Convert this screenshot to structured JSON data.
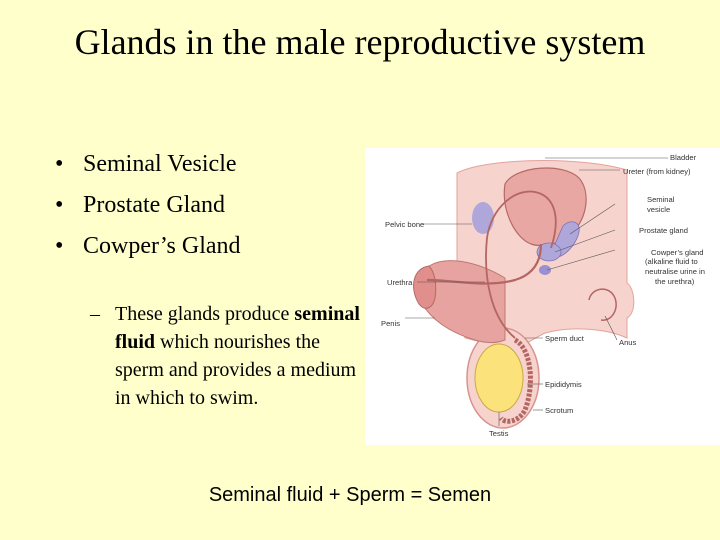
{
  "title": "Glands in the male reproductive system",
  "bullets": [
    {
      "marker": "•",
      "text": "Seminal Vesicle"
    },
    {
      "marker": "•",
      "text": "Prostate Gland"
    },
    {
      "marker": "•",
      "text": "Cowper’s Gland"
    }
  ],
  "sub_point": {
    "marker": "–",
    "text_before": "These glands produce",
    "bold": "seminal fluid",
    "text_after": "which nourishes the sperm and provides a medium in which to swim."
  },
  "footer": "Seminal fluid + Sperm = Semen",
  "diagram": {
    "labels": {
      "bladder": "Bladder",
      "ureter": "Ureter (from kidney)",
      "seminal_vesicle_1": "Seminal",
      "seminal_vesicle_2": "vesicle",
      "pelvic_bone": "Pelvic bone",
      "prostate": "Prostate gland",
      "cowpers_1": "Cowper’s gland",
      "cowpers_2": "(alkaline fluid to",
      "cowpers_3": "neutralise urine in",
      "cowpers_4": "the urethra)",
      "urethra": "Urethra",
      "penis": "Penis",
      "anus": "Anus",
      "sperm_duct": "Sperm duct",
      "epididymis": "Epididymis",
      "scrotum": "Scrotum",
      "testis": "Testis"
    },
    "colors": {
      "background": "#FFFFFF",
      "body_tissue": "#F6D3CC",
      "penis": "#E7A3A0",
      "bladder": "#E9A7A4",
      "glands": "#AFA6DA",
      "testis": "#FBE27A",
      "duct": "#B46663"
    }
  }
}
